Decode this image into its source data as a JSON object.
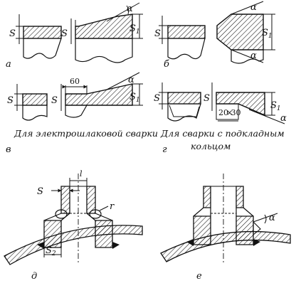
{
  "panel_labels": {
    "a": "а",
    "b": "б",
    "v": "в",
    "g": "г",
    "d": "д",
    "e": "е"
  },
  "captions": {
    "electroslag": "Для электрошлаковой сварки",
    "backing_ring_line1": "Для сварки с подкладным",
    "backing_ring_line2": "кольцом"
  },
  "symbols": {
    "s": "S",
    "s1": "S",
    "s1_sub": "1",
    "s2": "S",
    "s2_sub": "2",
    "alpha": "α",
    "l": "l",
    "r": "r"
  },
  "dimensions": {
    "length_60": "60",
    "range_20_30": "20 30",
    "times": "×"
  }
}
